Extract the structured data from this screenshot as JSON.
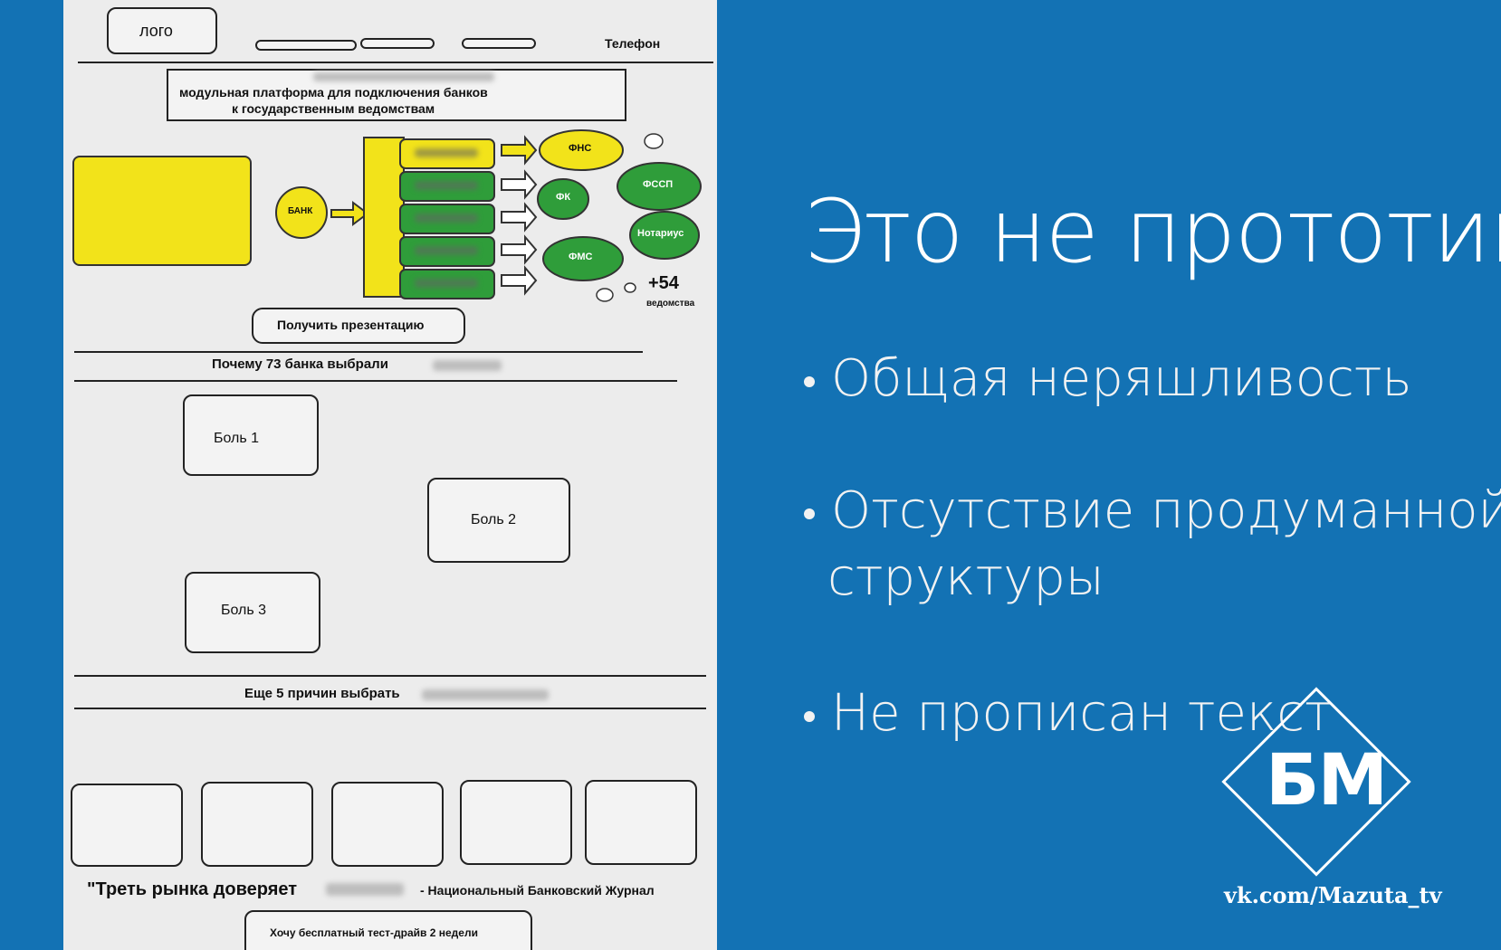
{
  "wireframe": {
    "logo": "лого",
    "phone": "Телефон",
    "headline_line1": "модульная платформа для подключения банков",
    "headline_line2": "к государственным  ведомствам",
    "bank_label": "БАНК",
    "agencies": [
      "ФНС",
      "ФССП",
      "ФК",
      "Нотариус",
      "ФМС"
    ],
    "plus_count": "+54",
    "plus_label": "ведомства",
    "presentation_button": "Получить презентацию",
    "why_title": "Почему 73 банка выбрали",
    "pains": [
      "Боль 1",
      "Боль 2",
      "Боль 3"
    ],
    "more_reasons": "Еще 5 причин выбрать",
    "quote": "\"Треть рынка доверяет",
    "quote_source": "- Национальный Банковский Журнал",
    "trial_button": "Хочу бесплатный тест-драйв 2 недели"
  },
  "slide": {
    "title": "Это не прототип",
    "bullets": [
      "Общая неряшливость",
      "Отсутствие продуманной",
      "структуры",
      "Не прописан текст"
    ],
    "logo": "БМ",
    "watermark": "vk.com/Mazuta_tv"
  },
  "colors": {
    "background": "#1372b4",
    "yellow": "#f2e31a",
    "green": "#2f9d3a"
  }
}
